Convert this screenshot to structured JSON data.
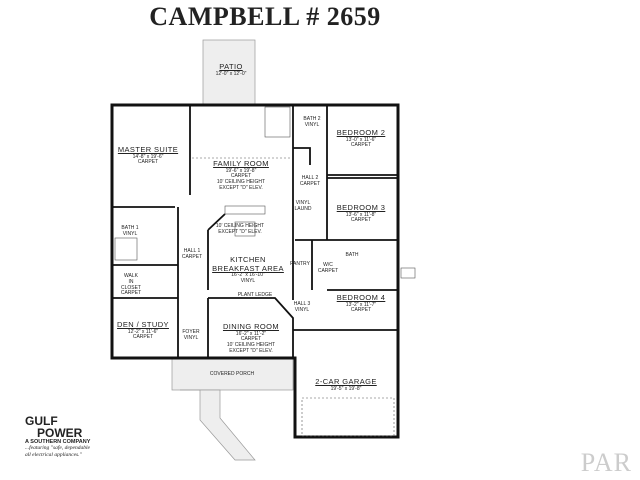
{
  "title": "CAMPBELL # 2659",
  "rooms": {
    "patio": {
      "name": "PATIO",
      "size": "12'-0\" x 12'-0\""
    },
    "master": {
      "name": "MASTER SUITE",
      "size": "14'-8\" x 19'-6\"",
      "floor": "CARPET"
    },
    "family": {
      "name": "FAMILY ROOM",
      "size": "19'-6\" x 19'-8\"",
      "floor": "CARPET",
      "note1": "10' CEILING HEIGHT",
      "note2": "EXCEPT \"D\" ELEV."
    },
    "bath2": {
      "name": "BATH 2",
      "floor": "VINYL"
    },
    "bed2": {
      "name": "BEDROOM 2",
      "size": "13'-0\" x 11'-6\"",
      "floor": "CARPET"
    },
    "hall2": {
      "name": "HALL 2",
      "floor": "CARPET"
    },
    "laund": {
      "name": "VINYL",
      "floor": "LAUND"
    },
    "bed3": {
      "name": "BEDROOM 3",
      "size": "13'-6\" x 11'-8\"",
      "floor": "CARPET"
    },
    "bath1": {
      "name": "BATH 1",
      "floor": "VINYL"
    },
    "kitchen_note": {
      "note1": "10' CEILING HEIGHT",
      "note2": "EXCEPT \"D\" ELEV."
    },
    "hall1": {
      "name": "HALL 1",
      "floor": "CARPET"
    },
    "kitchen": {
      "name1": "KITCHEN",
      "name2": "BREAKFAST AREA",
      "size": "16'-2\" x 16'-10\"",
      "floor": "VINYL"
    },
    "pantry": {
      "name": "PANTRY"
    },
    "wic": {
      "name": "W/C",
      "floor": "CARPET"
    },
    "bath3": {
      "name": "BATH"
    },
    "plant": {
      "name": "PLANT LEDGE"
    },
    "closet": {
      "name1": "WALK",
      "name2": "IN",
      "name3": "CLOSET",
      "floor": "CARPET"
    },
    "bed4": {
      "name": "BEDROOM 4",
      "size": "13'-2\" x 11'-7\"",
      "floor": "CARPET"
    },
    "hall3": {
      "name": "HALL 3",
      "floor": "VINYL"
    },
    "den": {
      "name": "DEN / STUDY",
      "size": "12'-2\" x 11'-6\"",
      "floor": "CARPET"
    },
    "foyer": {
      "name": "FOYER",
      "floor": "VINYL"
    },
    "dining": {
      "name": "DINING ROOM",
      "size": "16'-2\" x 11'-2\"",
      "floor": "CARPET",
      "note1": "10' CEILING HEIGHT",
      "note2": "EXCEPT \"D\" ELEV."
    },
    "porch": {
      "name": "COVERED PORCH"
    },
    "garage": {
      "name": "2-CAR GARAGE",
      "size": "19'-5\" x 19'-8\""
    }
  },
  "logo": {
    "line1": "GULF",
    "line2": "POWER",
    "line3": "A SOUTHERN COMPANY",
    "line4": "...featuring \"safe, dependable",
    "line5": "all electrical appliances.\""
  },
  "watermark": "PAR"
}
